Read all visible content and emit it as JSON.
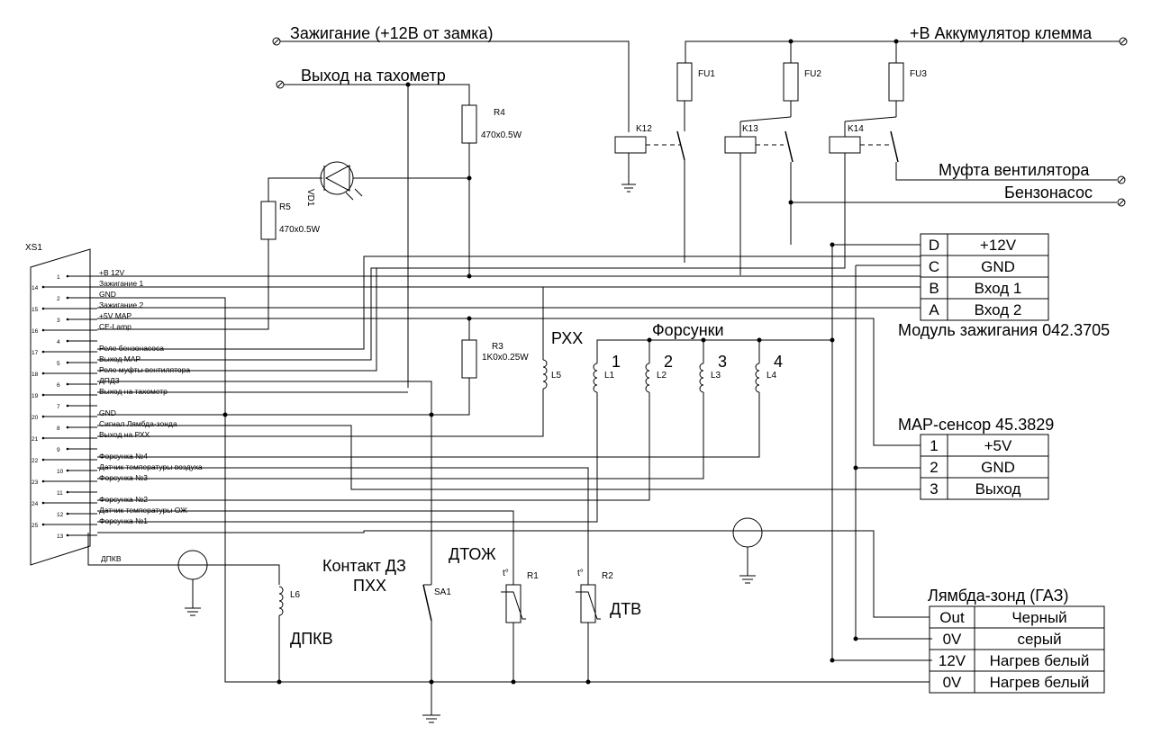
{
  "terminals": {
    "ignition": "Зажигание (+12В от замка)",
    "tacho_out": "Выход на тахометр",
    "battery": "+В Аккумулятор клемма",
    "fan_clutch": "Муфта вентилятора",
    "fuel_pump": "Бензонасос"
  },
  "components": {
    "xs1": "XS1",
    "r4": "R4",
    "r4_val": "470x0.5W",
    "r5": "R5",
    "r5_val": "470x0.5W",
    "vd1": "VD1",
    "r3": "R3",
    "r3_val": "1K0x0.25W",
    "fu1": "FU1",
    "fu2": "FU2",
    "fu3": "FU3",
    "k12": "K12",
    "k13": "K13",
    "k14": "K14",
    "l1": "L1",
    "l2": "L2",
    "l3": "L3",
    "l4": "L4",
    "l5": "L5",
    "l6": "L6",
    "r1": "R1",
    "r2": "R2",
    "sa1": "SA1",
    "t_sym": "t°"
  },
  "labels": {
    "rxx": "РХХ",
    "injectors": "Форсунки",
    "inj_nums": [
      "1",
      "2",
      "3",
      "4"
    ],
    "throttle_contact_1": "Контакт ДЗ",
    "throttle_contact_2": "ПХХ",
    "dtozh": "ДТОЖ",
    "dtv": "ДТВ",
    "dpkv": "ДПКВ",
    "dpkv_small": "ДПКВ"
  },
  "connector_pins": [
    {
      "num": "1",
      "label": "+B 12V"
    },
    {
      "num": "14",
      "label": "Зажигание 1"
    },
    {
      "num": "2",
      "label": "GND"
    },
    {
      "num": "15",
      "label": "Зажигание 2"
    },
    {
      "num": "3",
      "label": "+5V MAP"
    },
    {
      "num": "16",
      "label": "CE-Lamp"
    },
    {
      "num": "4",
      "label": ""
    },
    {
      "num": "17",
      "label": "Реле бензонасоса"
    },
    {
      "num": "5",
      "label": "Выход MAP"
    },
    {
      "num": "18",
      "label": "Реле муфты вентилятора"
    },
    {
      "num": "6",
      "label": "ДПДЗ"
    },
    {
      "num": "19",
      "label": "Выход на тахометр"
    },
    {
      "num": "7",
      "label": ""
    },
    {
      "num": "20",
      "label": "GND"
    },
    {
      "num": "8",
      "label": "Сигнал Лямбда-зонда"
    },
    {
      "num": "21",
      "label": "Выход на РХХ"
    },
    {
      "num": "9",
      "label": ""
    },
    {
      "num": "22",
      "label": "Форсунка №4"
    },
    {
      "num": "10",
      "label": "Датчик температуры воздуха"
    },
    {
      "num": "23",
      "label": "Форсунка №3"
    },
    {
      "num": "11",
      "label": ""
    },
    {
      "num": "24",
      "label": "Форсунка №2"
    },
    {
      "num": "12",
      "label": "Датчик температуры ОЖ"
    },
    {
      "num": "25",
      "label": "Форсунка №1"
    },
    {
      "num": "13",
      "label": ""
    }
  ],
  "ignition_module": {
    "title": "Модуль зажигания 042.3705",
    "rows": [
      {
        "pin": "D",
        "name": "+12V"
      },
      {
        "pin": "C",
        "name": "GND"
      },
      {
        "pin": "B",
        "name": "Вход 1"
      },
      {
        "pin": "A",
        "name": "Вход 2"
      }
    ]
  },
  "map_sensor": {
    "title": "MAP-сенсор 45.3829",
    "rows": [
      {
        "pin": "1",
        "name": "+5V"
      },
      {
        "pin": "2",
        "name": "GND"
      },
      {
        "pin": "3",
        "name": "Выход"
      }
    ]
  },
  "lambda": {
    "title": "Лямбда-зонд (ГАЗ)",
    "rows": [
      {
        "pin": "Out",
        "name": "Черный"
      },
      {
        "pin": "0V",
        "name": "серый"
      },
      {
        "pin": "12V",
        "name": "Нагрев белый"
      },
      {
        "pin": "0V",
        "name": "Нагрев белый"
      }
    ]
  }
}
